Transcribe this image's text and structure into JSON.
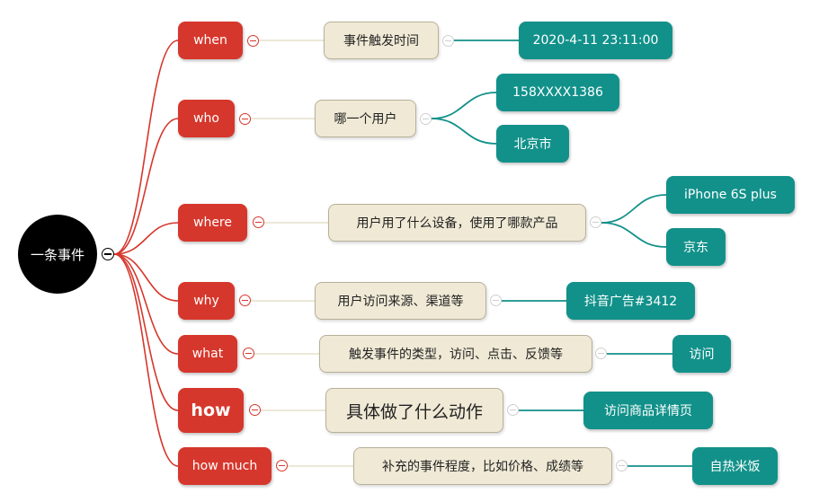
{
  "root": {
    "label": "一条事件"
  },
  "branches": [
    {
      "key": "when",
      "label": "when",
      "desc": "事件触发时间",
      "values": [
        "2020-4-11 23:11:00"
      ]
    },
    {
      "key": "who",
      "label": "who",
      "desc": "哪一个用户",
      "values": [
        "158XXXX1386",
        "北京市"
      ]
    },
    {
      "key": "where",
      "label": "where",
      "desc": "用户用了什么设备，使用了哪款产品",
      "values": [
        "iPhone 6S plus",
        "京东"
      ]
    },
    {
      "key": "why",
      "label": "why",
      "desc": "用户访问来源、渠道等",
      "values": [
        "抖音广告#3412"
      ]
    },
    {
      "key": "what",
      "label": "what",
      "desc": "触发事件的类型，访问、点击、反馈等",
      "values": [
        "访问"
      ]
    },
    {
      "key": "how",
      "label": "how",
      "desc": "具体做了什么动作",
      "values": [
        "访问商品详情页"
      ]
    },
    {
      "key": "how_much",
      "label": "how much",
      "desc": "补充的事件程度，比如价格、成绩等",
      "values": [
        "自热米饭"
      ]
    }
  ],
  "colors": {
    "level1": "#d6372c",
    "level2": "#efe9d5",
    "level3": "#12918a",
    "root": "#000000"
  }
}
